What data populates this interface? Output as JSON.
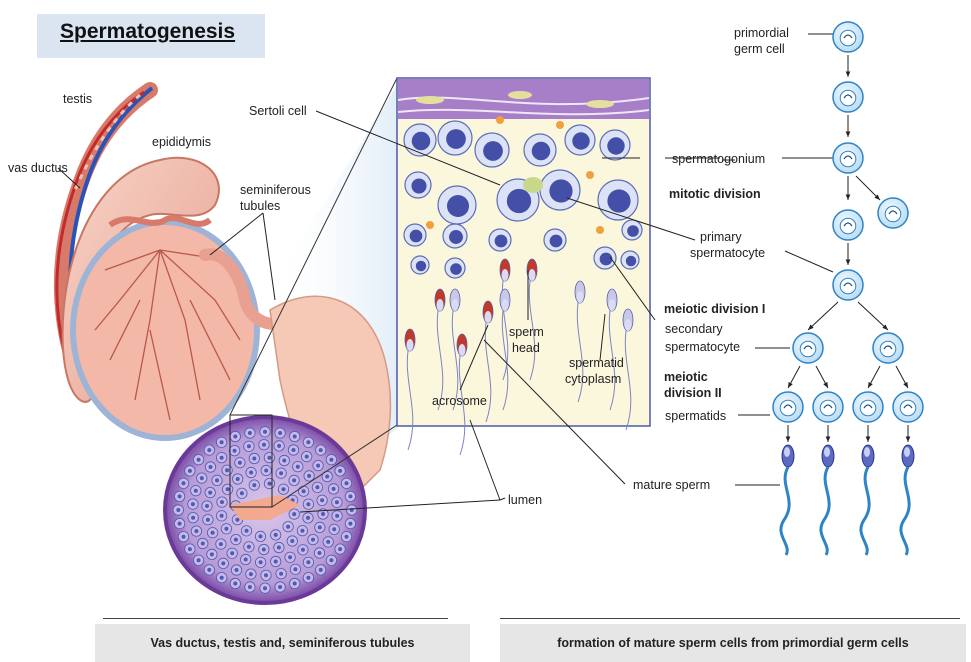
{
  "title": "Spermatogenesis",
  "labels": {
    "testis": "testis",
    "epididymis": "epididymis",
    "vas_ductus": "vas ductus",
    "seminiferous": "seminiferous",
    "tubules": "tubules",
    "sertoli_cell": "Sertoli cell",
    "sperm_head_1": "sperm",
    "sperm_head_2": "head",
    "spermatid_cytoplasm_1": "spermatid",
    "spermatid_cytoplasm_2": "cytoplasm",
    "acrosome": "acrosome",
    "lumen": "lumen",
    "primordial_1": "primordial",
    "primordial_2": "germ cell",
    "spermatogonium": "spermatogonium",
    "mitotic_division": "mitotic division",
    "primary_1": "primary",
    "primary_2": "spermatocyte",
    "meiotic_1": "meiotic division I",
    "secondary_1": "secondary",
    "secondary_2": "spermatocyte",
    "meiotic_2a": "meiotic",
    "meiotic_2b": "division II",
    "spermatids": "spermatids",
    "mature_sperm": "mature sperm"
  },
  "captions": {
    "left": "Vas ductus, testis and, seminiferous tubules",
    "right": "formation of mature sperm cells from primordial germ cells"
  },
  "colors": {
    "title_bg": "#dbe5f1",
    "caption_bg": "#e6e6e6",
    "cell_fill": "#cfe6f7",
    "cell_stroke": "#2f84c6",
    "tissue_purple": "#8f5fb6",
    "testis_pink": "#f3b8a7",
    "nucleus": "#3f4fa3"
  }
}
